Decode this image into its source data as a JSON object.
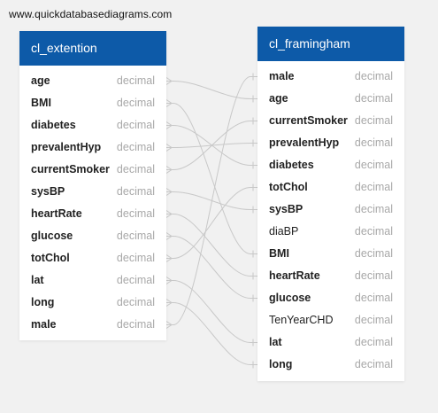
{
  "watermark": "www.quickdatabasediagrams.com",
  "tables": {
    "t1": {
      "title": "cl_extention",
      "fields": [
        {
          "name": "age",
          "type": "decimal"
        },
        {
          "name": "BMI",
          "type": "decimal"
        },
        {
          "name": "diabetes",
          "type": "decimal"
        },
        {
          "name": "prevalentHyp",
          "type": "decimal"
        },
        {
          "name": "currentSmoker",
          "type": "decimal"
        },
        {
          "name": "sysBP",
          "type": "decimal"
        },
        {
          "name": "heartRate",
          "type": "decimal"
        },
        {
          "name": "glucose",
          "type": "decimal"
        },
        {
          "name": "totChol",
          "type": "decimal"
        },
        {
          "name": "lat",
          "type": "decimal"
        },
        {
          "name": "long",
          "type": "decimal"
        },
        {
          "name": "male",
          "type": "decimal"
        }
      ]
    },
    "t2": {
      "title": "cl_framingham",
      "fields": [
        {
          "name": "male",
          "type": "decimal",
          "bold": true
        },
        {
          "name": "age",
          "type": "decimal",
          "bold": true
        },
        {
          "name": "currentSmoker",
          "type": "decimal",
          "bold": true
        },
        {
          "name": "prevalentHyp",
          "type": "decimal",
          "bold": true
        },
        {
          "name": "diabetes",
          "type": "decimal",
          "bold": true
        },
        {
          "name": "totChol",
          "type": "decimal",
          "bold": true
        },
        {
          "name": "sysBP",
          "type": "decimal",
          "bold": true
        },
        {
          "name": "diaBP",
          "type": "decimal",
          "bold": false
        },
        {
          "name": "BMI",
          "type": "decimal",
          "bold": true
        },
        {
          "name": "heartRate",
          "type": "decimal",
          "bold": true
        },
        {
          "name": "glucose",
          "type": "decimal",
          "bold": true
        },
        {
          "name": "TenYearCHD",
          "type": "decimal",
          "bold": false
        },
        {
          "name": "lat",
          "type": "decimal",
          "bold": true
        },
        {
          "name": "long",
          "type": "decimal",
          "bold": true
        }
      ]
    }
  },
  "relationships": [
    {
      "from": "age",
      "to": "age"
    },
    {
      "from": "BMI",
      "to": "BMI"
    },
    {
      "from": "diabetes",
      "to": "diabetes"
    },
    {
      "from": "prevalentHyp",
      "to": "prevalentHyp"
    },
    {
      "from": "currentSmoker",
      "to": "currentSmoker"
    },
    {
      "from": "sysBP",
      "to": "sysBP"
    },
    {
      "from": "heartRate",
      "to": "heartRate"
    },
    {
      "from": "glucose",
      "to": "glucose"
    },
    {
      "from": "totChol",
      "to": "totChol"
    },
    {
      "from": "lat",
      "to": "lat"
    },
    {
      "from": "long",
      "to": "long"
    },
    {
      "from": "male",
      "to": "male"
    }
  ],
  "colors": {
    "header": "#0d5aa8",
    "background": "#f1f1f1",
    "link": "#c8c8c8",
    "type_text": "#a8a8a8"
  }
}
